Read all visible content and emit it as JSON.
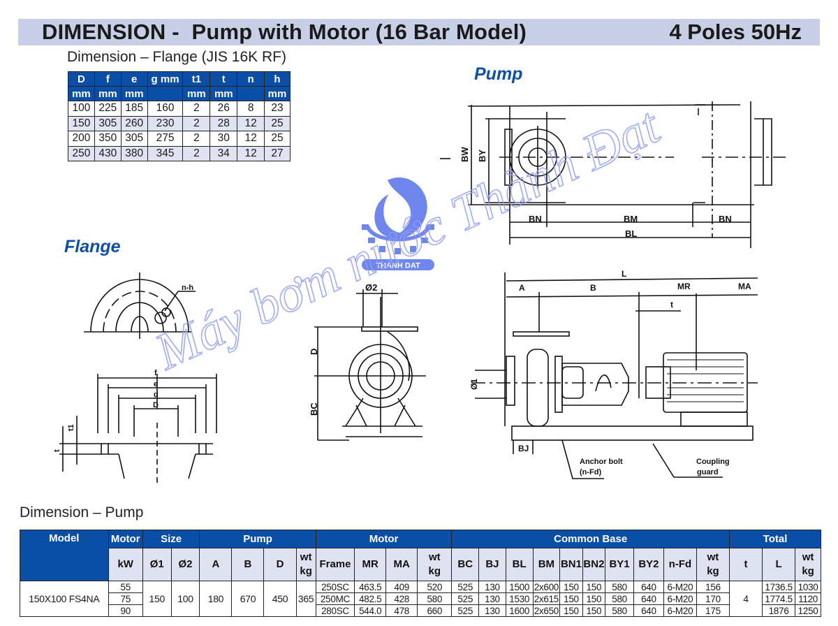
{
  "header": {
    "title": "DIMENSION -  Pump with Motor (16 Bar Model)",
    "right": "4 Poles 50Hz",
    "banner_color": "#c7cfe6"
  },
  "flange_table": {
    "caption": "Dimension – Flange (JIS 16K RF)",
    "headers": [
      {
        "top": "D",
        "bottom": "mm"
      },
      {
        "top": "f",
        "bottom": "mm"
      },
      {
        "top": "e",
        "bottom": "mm"
      },
      {
        "top": "g mm",
        "bottom": ""
      },
      {
        "top": "t1",
        "bottom": "mm"
      },
      {
        "top": "t",
        "bottom": "mm"
      },
      {
        "top": "n",
        "bottom": ""
      },
      {
        "top": "h",
        "bottom": "mm"
      }
    ],
    "rows": [
      [
        "100",
        "225",
        "185",
        "160",
        "2",
        "26",
        "8",
        "23"
      ],
      [
        "150",
        "305",
        "260",
        "230",
        "2",
        "28",
        "12",
        "25"
      ],
      [
        "200",
        "350",
        "305",
        "275",
        "2",
        "30",
        "12",
        "25"
      ],
      [
        "250",
        "430",
        "380",
        "345",
        "2",
        "34",
        "12",
        "27"
      ]
    ],
    "header_color": "#0b4ea6"
  },
  "drawings": {
    "pump_heading": "Pump",
    "flange_heading": "Flange",
    "pump_top_labels": {
      "bw": "BW",
      "by": "BY",
      "bn_left": "BN",
      "bm": "BM",
      "bn_right": "BN",
      "bl": "BL"
    },
    "pump_side_labels": {
      "l": "L",
      "a": "A",
      "b": "B",
      "mr": "MR",
      "ma": "MA",
      "t": "t",
      "d1": "Ø1",
      "bj": "BJ",
      "anchor": "Anchor bolt",
      "anchor_sub": "(n-Fd)",
      "coupling": "Coupling",
      "coupling_sub": "guard"
    },
    "pump_front_labels": {
      "d2": "Ø2",
      "d": "D",
      "bc": "BC"
    },
    "flange_labels": {
      "nh": "n-h",
      "f": "f",
      "e": "e",
      "g": "g",
      "d": "D",
      "t1": "t1",
      "t": "t"
    }
  },
  "logo": {
    "text": "THANH DAT",
    "color": "#6f86ee"
  },
  "watermark": {
    "text": "Máy bơm nước Thành Đạt"
  },
  "pump_table": {
    "caption": "Dimension – Pump",
    "groups": [
      "Model",
      "Motor",
      "Size",
      "Pump",
      "Motor",
      "Common Base",
      "Total"
    ],
    "subheaders": {
      "motor_kw": "kW",
      "size": [
        "Ø1",
        "Ø2"
      ],
      "pump": [
        "A",
        "B",
        "D",
        "wt\nkg"
      ],
      "motor": [
        "Frame",
        "MR",
        "MA",
        "wt\nkg"
      ],
      "base": [
        "BC",
        "BJ",
        "BL",
        "BM",
        "BN1",
        "BN2",
        "BY1",
        "BY2",
        "n-Fd",
        "wt\nkg"
      ],
      "total": [
        "t",
        "L",
        "wt\nkg"
      ]
    },
    "model": "150X100 FS4NA",
    "shared": {
      "d1": "150",
      "d2": "100",
      "a": "180",
      "b": "670",
      "d": "450",
      "pump_wt": "365",
      "t": "4"
    },
    "rows": [
      {
        "kw": "55",
        "frame": "250SC",
        "mr": "463.5",
        "ma": "409",
        "motor_wt": "520",
        "bc": "525",
        "bj": "130",
        "bl": "1500",
        "bm": "2x600",
        "bn1": "150",
        "bn2": "150",
        "by1": "580",
        "by2": "640",
        "nfd": "6-M20",
        "base_wt": "156",
        "l": "1736.5",
        "total_wt": "1030"
      },
      {
        "kw": "75",
        "frame": "250MC",
        "mr": "482.5",
        "ma": "428",
        "motor_wt": "580",
        "bc": "525",
        "bj": "130",
        "bl": "1530",
        "bm": "2x615",
        "bn1": "150",
        "bn2": "150",
        "by1": "580",
        "by2": "640",
        "nfd": "6-M20",
        "base_wt": "170",
        "l": "1774.5",
        "total_wt": "1120"
      },
      {
        "kw": "90",
        "frame": "280SC",
        "mr": "544.0",
        "ma": "478",
        "motor_wt": "660",
        "bc": "525",
        "bj": "130",
        "bl": "1600",
        "bm": "2x650",
        "bn1": "150",
        "bn2": "150",
        "by1": "580",
        "by2": "640",
        "nfd": "6-M20",
        "base_wt": "175",
        "l": "1876",
        "total_wt": "1250"
      }
    ]
  }
}
